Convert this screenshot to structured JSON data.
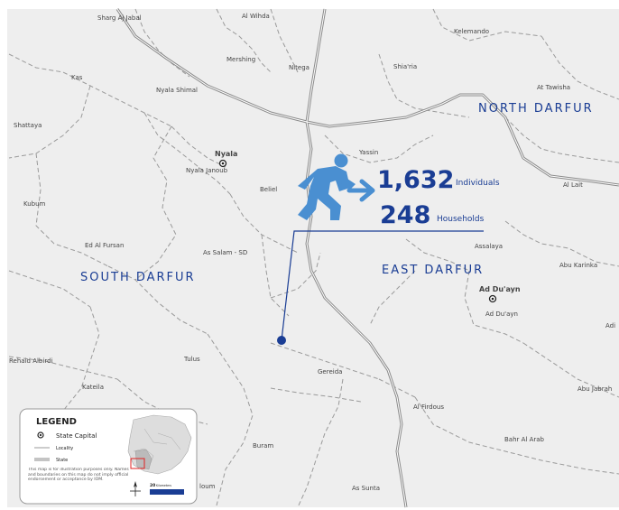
{
  "map": {
    "states": {
      "north": "NORTH DARFUR",
      "south": "SOUTH DARFUR",
      "east": "EAST DARFUR"
    },
    "capitals": {
      "nyala": "Nyala",
      "ad_duayn": "Ad Du'ayn"
    },
    "localities": {
      "sharg_aj_jabal": "Sharg Aj Jabal",
      "al_wihda": "Al Wihda",
      "kelemando": "Kelemando",
      "kas": "Kas",
      "mershing": "Mershing",
      "nitega": "Nitega",
      "shiaria": "Shia'ria",
      "nyala_shimal": "Nyala Shimal",
      "at_tawisha": "At Tawisha",
      "shattaya": "Shattaya",
      "nyala_janoub": "Nyala Janoub",
      "yassin": "Yassin",
      "beliel": "Beliel",
      "kubum": "Kubum",
      "al_lait": "Al Lait",
      "ed_al_fursan": "Ed Al Fursan",
      "as_salam_sd": "As Salam - SD",
      "assalaya": "Assalaya",
      "abu_karinka": "Abu Karinka",
      "ad_duayn": "Ad Du'ayn",
      "adi": "Adi",
      "rehaid_albirdi": "Rehaid Albirdi",
      "tulus": "Tulus",
      "gereida": "Gereida",
      "kateila": "Kateila",
      "al_firdous": "Al Firdous",
      "abu_jabrah": "Abu Jabrah",
      "bahr_al_arab": "Bahr Al Arab",
      "buram": "Buram",
      "as_sunta": "As Sunta",
      "ioum": "loum"
    },
    "stats": {
      "individuals_value": "1,632",
      "individuals_label": "Individuals",
      "households_value": "248",
      "households_label": "Households",
      "accent_color": "#1a3d94",
      "icon_color": "#4a8fd1"
    }
  },
  "legend": {
    "title": "LEGEND",
    "state_capital": "State Capital",
    "locality": "Locality",
    "state": "State",
    "disclaimer": "This map is for illustration purposes only. Names and boundaries on this map do not imply official endorsement or acceptance by IOM.",
    "scale_value": "20",
    "scale_unit": "Kilometers"
  }
}
